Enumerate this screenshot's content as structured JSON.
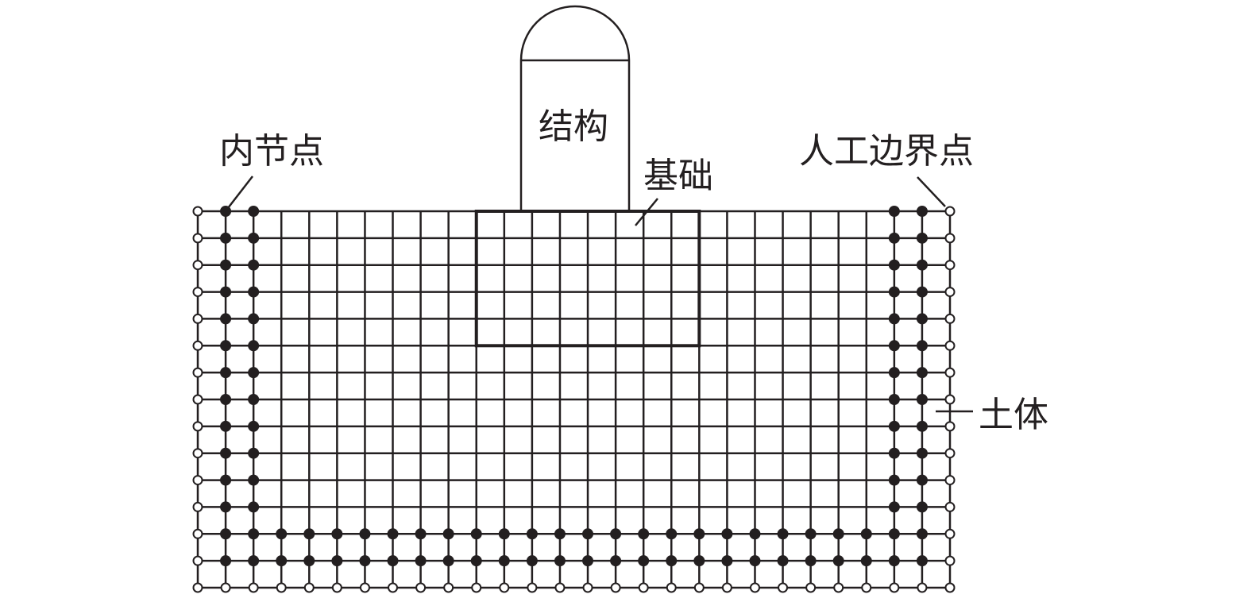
{
  "labels": {
    "inner_node": "内节点",
    "structure": "结构",
    "foundation": "基础",
    "artificial_boundary_node": "人工边界点",
    "soil": "土体"
  },
  "mesh": {
    "columns": 28,
    "rows": 15,
    "foundation_columns": [
      10,
      18
    ],
    "foundation_rows": [
      0,
      5
    ]
  },
  "colors": {
    "line": "#231f20",
    "inner_node_fill": "#231f20",
    "boundary_node_fill": "#ffffff"
  }
}
